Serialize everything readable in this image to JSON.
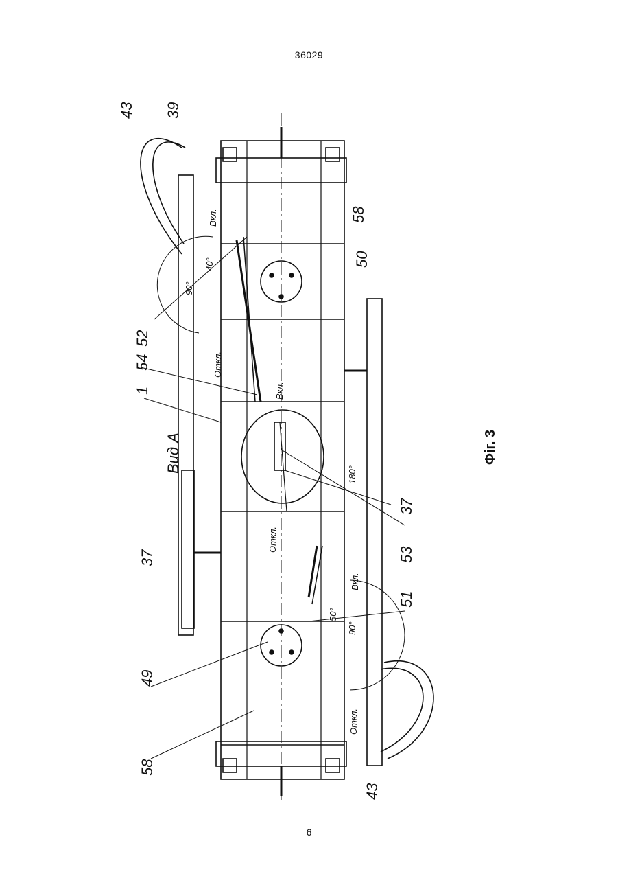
{
  "header": {
    "doc_number": "36029"
  },
  "footer": {
    "page_number": "6"
  },
  "figure": {
    "caption": "Фіг. 3",
    "view_label": "Вид А",
    "callouts": [
      "43",
      "39",
      "58",
      "50",
      "54",
      "52",
      "1",
      "37",
      "53",
      "51",
      "49",
      "58",
      "43",
      "37"
    ],
    "annotations": {
      "on_1": "Вкл.",
      "off_1": "Откл.",
      "on_2": "Вкл.",
      "off_2": "Откл.",
      "on_3": "Вкл.",
      "off_3": "Откл.",
      "angle_40": "40°",
      "angle_90a": "90°",
      "angle_180": "180°",
      "angle_50": "50°",
      "angle_90b": "90°"
    }
  }
}
